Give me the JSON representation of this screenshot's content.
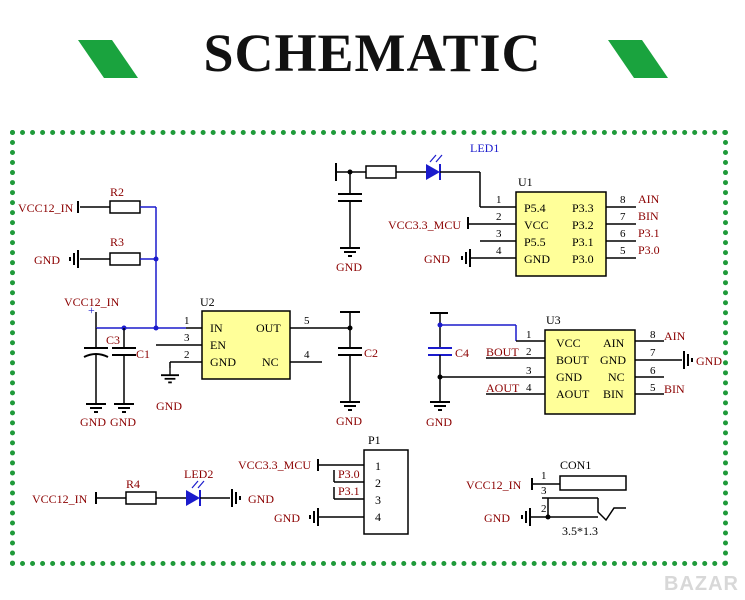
{
  "title": "SCHEMATIC",
  "colors": {
    "banner": "#1aa33e",
    "frame": "#1f9a3a",
    "wire": "#1b1bcc",
    "ref": "#8b0000",
    "chip": "#ffff99"
  },
  "nets": {
    "vcc12_in": "VCC12_IN",
    "vcc33_mcu": "VCC3.3_MCU",
    "gnd": "GND",
    "bout": "BOUT",
    "aout": "AOUT",
    "ain": "AIN",
    "bin": "BIN",
    "p30": "P3.0",
    "p31": "P3.1"
  },
  "components": {
    "r2": "R2",
    "r3": "R3",
    "r4": "R4",
    "c1": "C1",
    "c2": "C2",
    "c3": "C3",
    "c4": "C4",
    "led1": "LED1",
    "led2": "LED2",
    "u1": "U1",
    "u2": "U2",
    "u3": "U3",
    "p1": "P1",
    "con1": "CON1",
    "con1_size": "3.5*1.3",
    "plus": "+"
  },
  "u1": {
    "left_pins": [
      "P5.4",
      "VCC",
      "P5.5",
      "GND"
    ],
    "right_pins": [
      "P3.3",
      "P3.2",
      "P3.1",
      "P3.0"
    ],
    "left_nums": [
      "1",
      "2",
      "3",
      "4"
    ],
    "right_nums": [
      "8",
      "7",
      "6",
      "5"
    ]
  },
  "u2": {
    "left_pins": [
      "IN",
      "EN",
      "GND"
    ],
    "right_pins": [
      "OUT",
      "NC"
    ],
    "left_nums": [
      "1",
      "3",
      "2"
    ],
    "right_nums": [
      "5",
      "4"
    ]
  },
  "u3": {
    "left_pins": [
      "VCC",
      "BOUT",
      "GND",
      "AOUT"
    ],
    "right_pins": [
      "AIN",
      "GND",
      "NC",
      "BIN"
    ],
    "left_nums": [
      "1",
      "2",
      "3",
      "4"
    ],
    "right_nums": [
      "8",
      "7",
      "6",
      "5"
    ]
  },
  "p1": {
    "nums": [
      "1",
      "2",
      "3",
      "4"
    ]
  },
  "con1": {
    "nums": [
      "1",
      "3",
      "2"
    ]
  },
  "watermark": "BAZAR"
}
